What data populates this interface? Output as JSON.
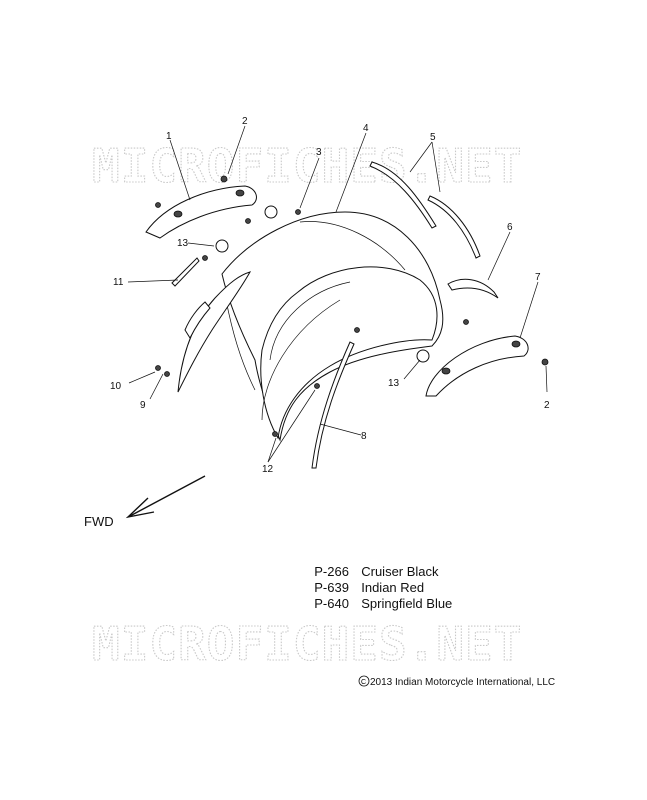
{
  "watermark": "MICROFICHES.NET",
  "callouts": {
    "c1": "1",
    "c2a": "2",
    "c2b": "2",
    "c3": "3",
    "c4": "4",
    "c5": "5",
    "c6": "6",
    "c7": "7",
    "c8": "8",
    "c9": "9",
    "c10": "10",
    "c11": "11",
    "c12": "12",
    "c13a": "13",
    "c13b": "13"
  },
  "fwd_label": "FWD",
  "legend": [
    {
      "code": "P-266",
      "color_name": "Cruiser Black"
    },
    {
      "code": "P-639",
      "color_name": "Indian Red"
    },
    {
      "code": "P-640",
      "color_name": "Springfield Blue"
    }
  ],
  "copyright": "2013 Indian Motorcycle International, LLC"
}
